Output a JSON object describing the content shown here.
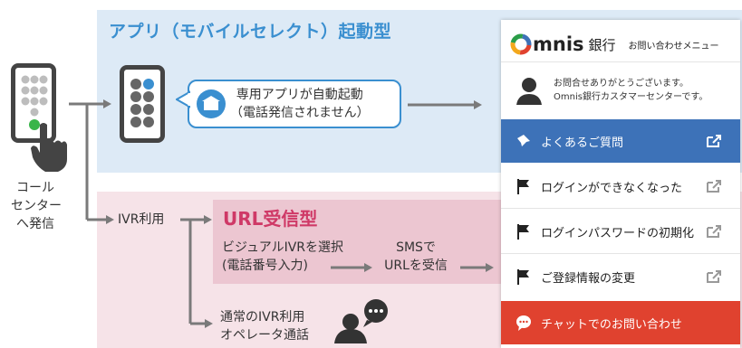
{
  "diagram": {
    "caller_label": [
      "コール",
      "センター",
      "へ発信"
    ],
    "app_title": "アプリ（モバイルセレクト）起動型",
    "bubble_lines": [
      "専用アプリが自動起動",
      "（電話発信されません）"
    ],
    "ivr_label": "IVR利用",
    "url_title": "URL受信型",
    "visual_ivr_lines": [
      "ビジュアルIVRを選択",
      "(電話番号入力)"
    ],
    "sms_lines": [
      "SMSで",
      "URLを受信"
    ],
    "normal_ivr_lines": [
      "通常のIVR利用",
      "オペレータ通話"
    ]
  },
  "menu": {
    "logo_text": "mnis",
    "logo_kanji": "銀行",
    "header_title": "お問い合わせメニュー",
    "greeting_lines": [
      "お問合せありがとうございます。",
      "Omnis銀行カスタマーセンターです。"
    ],
    "faq_label": "よくあるご質問",
    "items": [
      {
        "label": "ログインができなくなった"
      },
      {
        "label": "ログインパスワードの初期化"
      },
      {
        "label": "ご登録情報の変更"
      }
    ],
    "chat_label": "チャットでのお問い合わせ"
  },
  "colors": {
    "app_blue": "#3a8fd0",
    "url_pink": "#cf3967",
    "faq_bar": "#3d72b8",
    "chat_bar": "#e0422f"
  }
}
